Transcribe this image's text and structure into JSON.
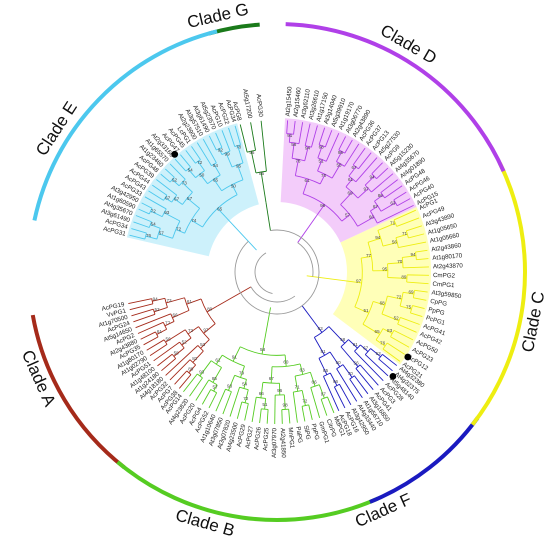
{
  "clades": [
    {
      "name": "Clade A",
      "color": "#a52a1a",
      "fill": "none",
      "label_angle": 246,
      "arc": [
        220,
        258
      ],
      "leaves": [
        "AcPG38",
        "AcPG7",
        "AcPG32",
        "At4g18180",
        "At1g24180",
        "At1g48100",
        "AcPG51",
        "At1g02790",
        "At1g80170",
        "AcPG35",
        "At2g43880",
        "AcPG2",
        "At5g14650",
        "AcPG24",
        "At1g70500",
        "VvPG1",
        "AcPG19"
      ]
    },
    {
      "name": "Clade B",
      "color": "#55cc22",
      "fill": "none",
      "label_angle": 196,
      "arc": [
        158,
        218
      ],
      "leaves": [
        "MdPG1",
        "CitrPG",
        "GmPG1",
        "PpPG",
        "SlPG",
        "PaPG",
        "MnPG1",
        "At2g41850",
        "At3g07970",
        "AcPG25",
        "AcPG26",
        "AcPG27",
        "AcPG29",
        "At4g23500",
        "At3g07820",
        "At3g07850",
        "At1g10640",
        "AcPG52",
        "AcPG4",
        "AcPG20",
        "At4g23820",
        "AcPG14"
      ]
    },
    {
      "name": "Clade F",
      "color": "#1a1ac0",
      "fill": "none",
      "label_angle": 156,
      "arc": [
        128,
        156
      ],
      "leaves": [
        "At4g32380",
        "At4g32375",
        "At5g48140",
        "AcPG28",
        "AcPG3",
        "AcPG41",
        "At3g16850",
        "At1g56710",
        "At4g33440",
        "At3g42950",
        "AcPG16",
        "AcPG18"
      ]
    },
    {
      "name": "Clade C",
      "color": "#eeee11",
      "fill": "#ffffb8",
      "label_angle": 101,
      "arc": [
        66,
        126
      ],
      "leaves": [
        "AcPG1",
        "AcPG49",
        "At3g43890",
        "At1g05650",
        "At1g05660",
        "At2g43860",
        "At1g80170",
        "At2g43870",
        "CmPG2",
        "CmPG1",
        "At3g59850",
        "CpPG",
        "PpPG",
        "PcPG1",
        "AcPG41",
        "AcPG42",
        "AcPG50",
        "AcPG23",
        "AcPG12",
        "AcPG21"
      ]
    },
    {
      "name": "Clade D",
      "color": "#b040e8",
      "fill": "#f3ccfa",
      "label_angle": 30,
      "arc": [
        4,
        64
      ],
      "leaves": [
        "At2g15450",
        "At2g15460",
        "At3g62110",
        "At3g26610",
        "At1g17150",
        "At3g14040",
        "At5g39910",
        "At1g19170",
        "At3g06770",
        "At2g43890",
        "AcPG36",
        "AcPG37",
        "AcPG13",
        "At5g27530",
        "AcPG9",
        "At5g15230",
        "At4g35670",
        "At4g01890",
        "AcPG48",
        "AcPG46",
        "AcPG40",
        "AcPG15"
      ]
    },
    {
      "name": "Clade G",
      "color": "#1a7a1a",
      "fill": "none",
      "label_angle": -13,
      "arc": [
        -14,
        -6
      ],
      "leaves": [
        "AcPG8",
        "At5g17200",
        "AcPG30"
      ]
    },
    {
      "name": "Clade E",
      "color": "#4cc8ee",
      "fill": "#cdf1fb",
      "label_angle": -57,
      "arc": [
        -76,
        -16
      ],
      "leaves": [
        "AcPG31",
        "AcPG34",
        "At3g61490",
        "At4g35670",
        "At1g60590",
        "At3g42950",
        "AcPG33",
        "AcPG43",
        "AcPG44",
        "AcPG39",
        "AcPG48",
        "At1g23460",
        "At1g65570",
        "At2g33160",
        "AcPG47",
        "AcPG45",
        "LcPG1",
        "At2g23900",
        "At3g57510",
        "At3g61490",
        "At5g23570",
        "AcPG10",
        "AcPG22",
        "AcPG34"
      ]
    }
  ],
  "markers": [
    {
      "name": "filled-circle-marker-1",
      "leaf_angle": -41
    },
    {
      "name": "filled-circle-marker-2",
      "leaf_angle": 123
    },
    {
      "name": "filled-circle-marker-3",
      "leaf_angle": 132
    }
  ]
}
